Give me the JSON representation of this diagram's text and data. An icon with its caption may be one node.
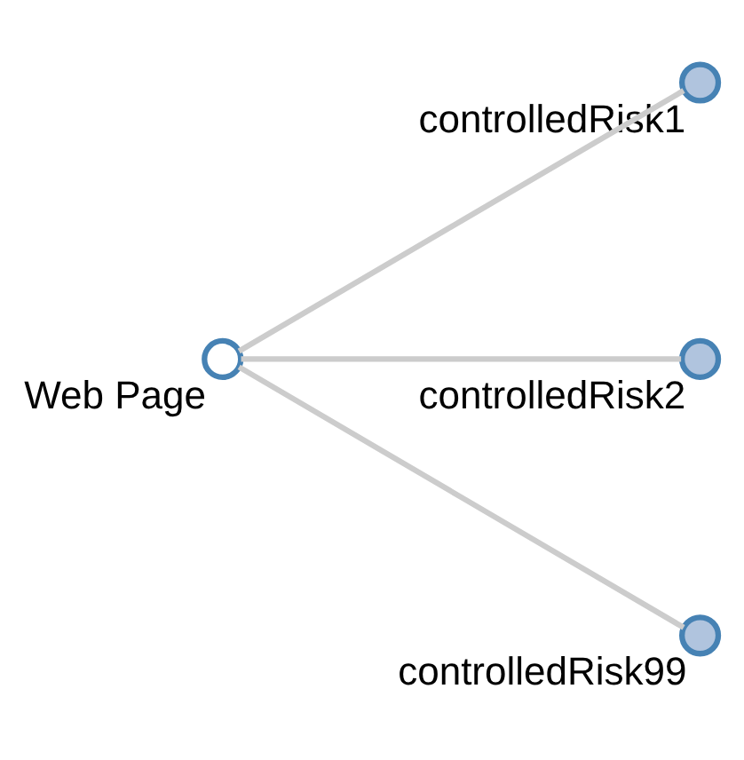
{
  "diagram": {
    "nodes": [
      {
        "text": [],
        "shape": "circle",
        "beside": [
          "Web Page"
        ]
      },
      {
        "text": [],
        "shape": "circle",
        "beside": [
          "controlledRisk1"
        ]
      },
      {
        "text": [],
        "shape": "circle",
        "beside": [
          "controlledRisk2"
        ]
      },
      {
        "text": [],
        "shape": "circle",
        "beside": [
          "controlledRisk99"
        ]
      }
    ],
    "edges": [
      {
        "from": 0,
        "to": 1,
        "arrow": "none"
      },
      {
        "from": 0,
        "to": 2,
        "arrow": "none"
      },
      {
        "from": 0,
        "to": 3,
        "arrow": "none"
      }
    ]
  }
}
